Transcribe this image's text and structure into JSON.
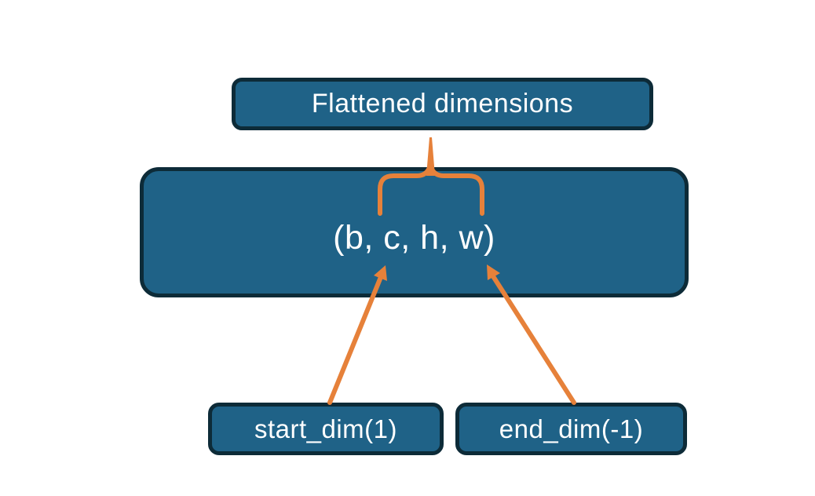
{
  "colors": {
    "background": "#FFFFFF",
    "box_fill": "#1F6287",
    "box_border": "#0D2B38",
    "accent": "#E6813A",
    "text": "#FFFFFF"
  },
  "diagram": {
    "title_box": {
      "label": "Flattened dimensions"
    },
    "tensor_box": {
      "label": "(b, c, h, w)"
    },
    "start_box": {
      "label": "start_dim(1)"
    },
    "end_box": {
      "label": "end_dim(-1)"
    }
  }
}
